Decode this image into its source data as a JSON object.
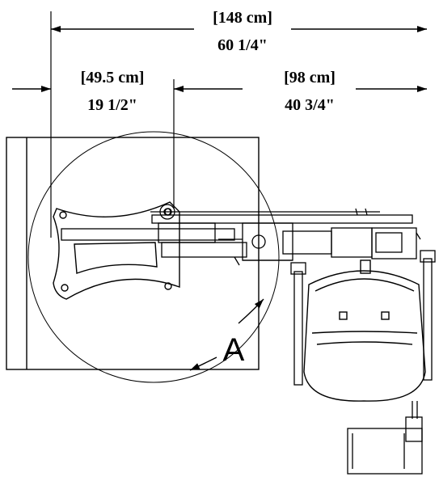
{
  "dimensions": {
    "overall": {
      "metric": "[148 cm]",
      "imperial": "60 1/4\""
    },
    "left": {
      "metric": "[49.5 cm]",
      "imperial": "19 1/2\""
    },
    "right": {
      "metric": "[98 cm]",
      "imperial": "40 3/4\""
    }
  },
  "rotation_label": "A",
  "colors": {
    "line": "#000000",
    "background": "#ffffff"
  }
}
